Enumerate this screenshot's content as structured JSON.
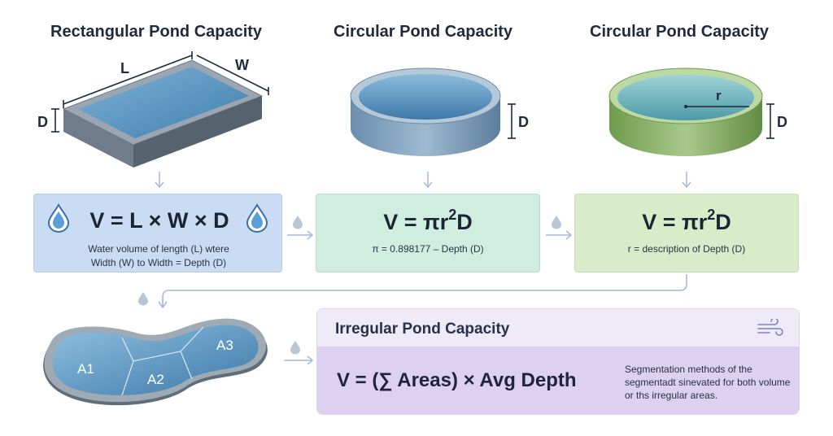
{
  "sections": {
    "rect": {
      "title": "Rectangular Pond Capacity",
      "labels": {
        "length": "L",
        "width": "W",
        "depth": "D"
      },
      "formula": "V = L × W × D",
      "caption_line1": "Water volume of length (L) wtere",
      "caption_line2": "Width (W) to Width = Depth (D)"
    },
    "circ1": {
      "title": "Circular Pond Capacity",
      "labels": {
        "depth": "D"
      },
      "formula_main": "V = πr",
      "formula_sup": "2",
      "formula_tail": "D",
      "caption": "π = 0.898177 – Depth (D)"
    },
    "circ2": {
      "title": "Circular Pond Capacity",
      "labels": {
        "radius": "r",
        "depth": "D"
      },
      "formula_main": "V = πr",
      "formula_sup": "2",
      "formula_tail": "D",
      "caption": "r = description of Depth (D)"
    },
    "irregular": {
      "title": "Irregular Pond Capacity",
      "regions": {
        "a1": "A1",
        "a2": "A2",
        "a3": "A3"
      },
      "formula": "V = (∑ Areas) × Avg Depth",
      "description": "Segmentation methods of the segmentadt sinevated for both volume or ths irregular areas."
    }
  },
  "icons": [
    "water-drop-icon",
    "arrow-down-icon",
    "arrow-right-icon",
    "wind-icon"
  ],
  "colors": {
    "rect_box": "#c9dcf4",
    "circ1_box": "#cfeee0",
    "circ2_box": "#d9ecc9",
    "irregular_header": "#efeaf8",
    "irregular_body": "#ddd0f0",
    "water": "#4f8fc0",
    "connector": "#a9b9dc"
  }
}
